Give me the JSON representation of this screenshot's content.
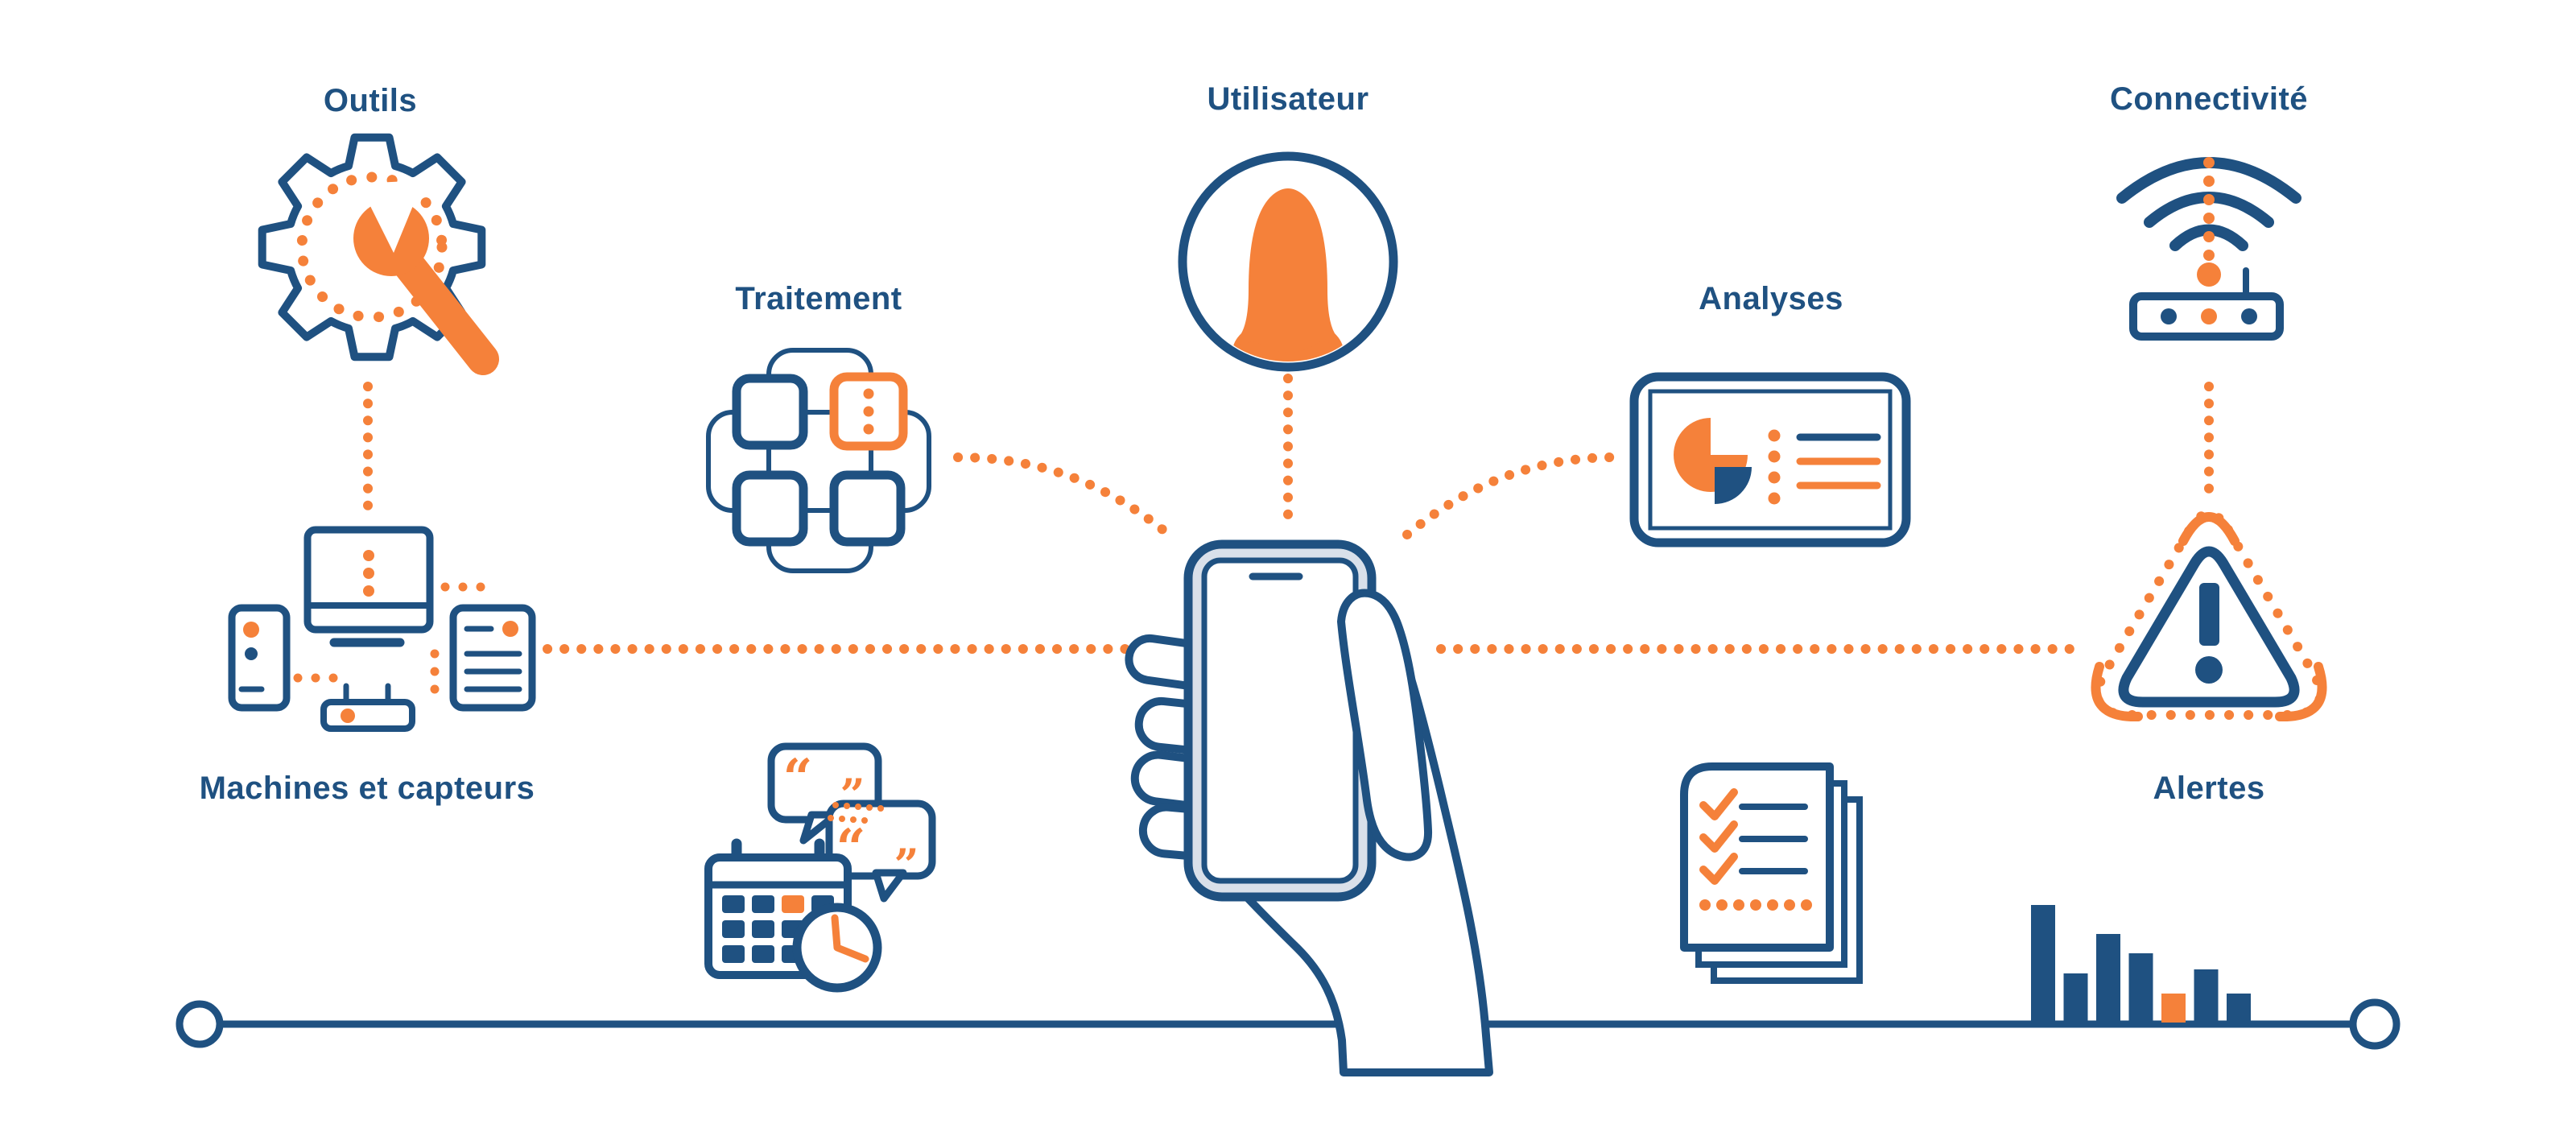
{
  "colors": {
    "navy": "#1F5181",
    "orange": "#F5813A",
    "phone_bezel": "#D9E0EA",
    "background": "#FFFFFF"
  },
  "labels": {
    "outils": "Outils",
    "traitement": "Traitement",
    "utilisateur": "Utilisateur",
    "analyses": "Analyses",
    "connectivite": "Connectivité",
    "machines": "Machines et capteurs",
    "alertes": "Alertes"
  },
  "quotes": {
    "open": "“",
    "close": "”"
  },
  "icons": {
    "gear_wrench": "gear-with-wrench",
    "machines_sensors": "computer-tower-router-document",
    "process_flow": "four-connected-nodes",
    "user_avatar": "woman-silhouette-circle",
    "smartphone_hand": "hand-holding-smartphone",
    "analytics_dashboard": "tablet-pie-chart-report",
    "connectivity": "wifi-router",
    "alert": "warning-triangle-exclamation",
    "chat_calendar": "chat-bubbles-calendar-clock",
    "checklist": "stacked-checklist-pages",
    "bar_chart": {
      "values": [
        146,
        61,
        110,
        86,
        36,
        66,
        36
      ],
      "highlight_index": 4
    }
  }
}
